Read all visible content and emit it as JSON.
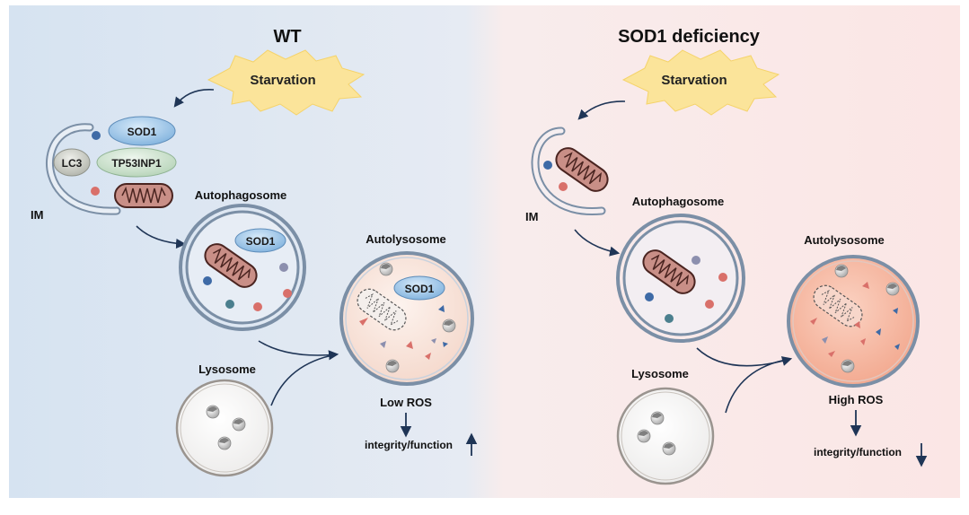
{
  "wt": {
    "title": "WT",
    "starvation": "Starvation",
    "sod1_label": "SOD1",
    "lc3_label": "LC3",
    "tp53inp1_label": "TP53INP1",
    "im_label": "IM",
    "autophagosome_label": "Autophagosome",
    "autophagosome_sod1": "SOD1",
    "autolysosome_label": "Autolysosome",
    "autolysosome_sod1": "SOD1",
    "lysosome_label": "Lysosome",
    "ros_label": "Low ROS",
    "integrity_label": "integrity/function",
    "integrity_arrow": "up"
  },
  "sod1_def": {
    "title": "SOD1 deficiency",
    "starvation": "Starvation",
    "im_label": "IM",
    "autophagosome_label": "Autophagosome",
    "autolysosome_label": "Autolysosome",
    "lysosome_label": "Lysosome",
    "ros_label": "High ROS",
    "integrity_label": "integrity/function",
    "integrity_arrow": "down"
  },
  "colors": {
    "left_bg": "#dde7f3",
    "right_bg": "#fbe9e8",
    "membrane": "#7b8fa6",
    "arrow": "#1f3556",
    "mito_fill": "#c98f87",
    "sod1_fill": "#9cc4e6",
    "tp53_fill": "#cfe3d0",
    "lc3_fill": "#c9ccc4",
    "starvation_fill": "#fbe49a",
    "autolysosome_low": "#f6dfd6",
    "autolysosome_high": "#f5b7a1"
  }
}
